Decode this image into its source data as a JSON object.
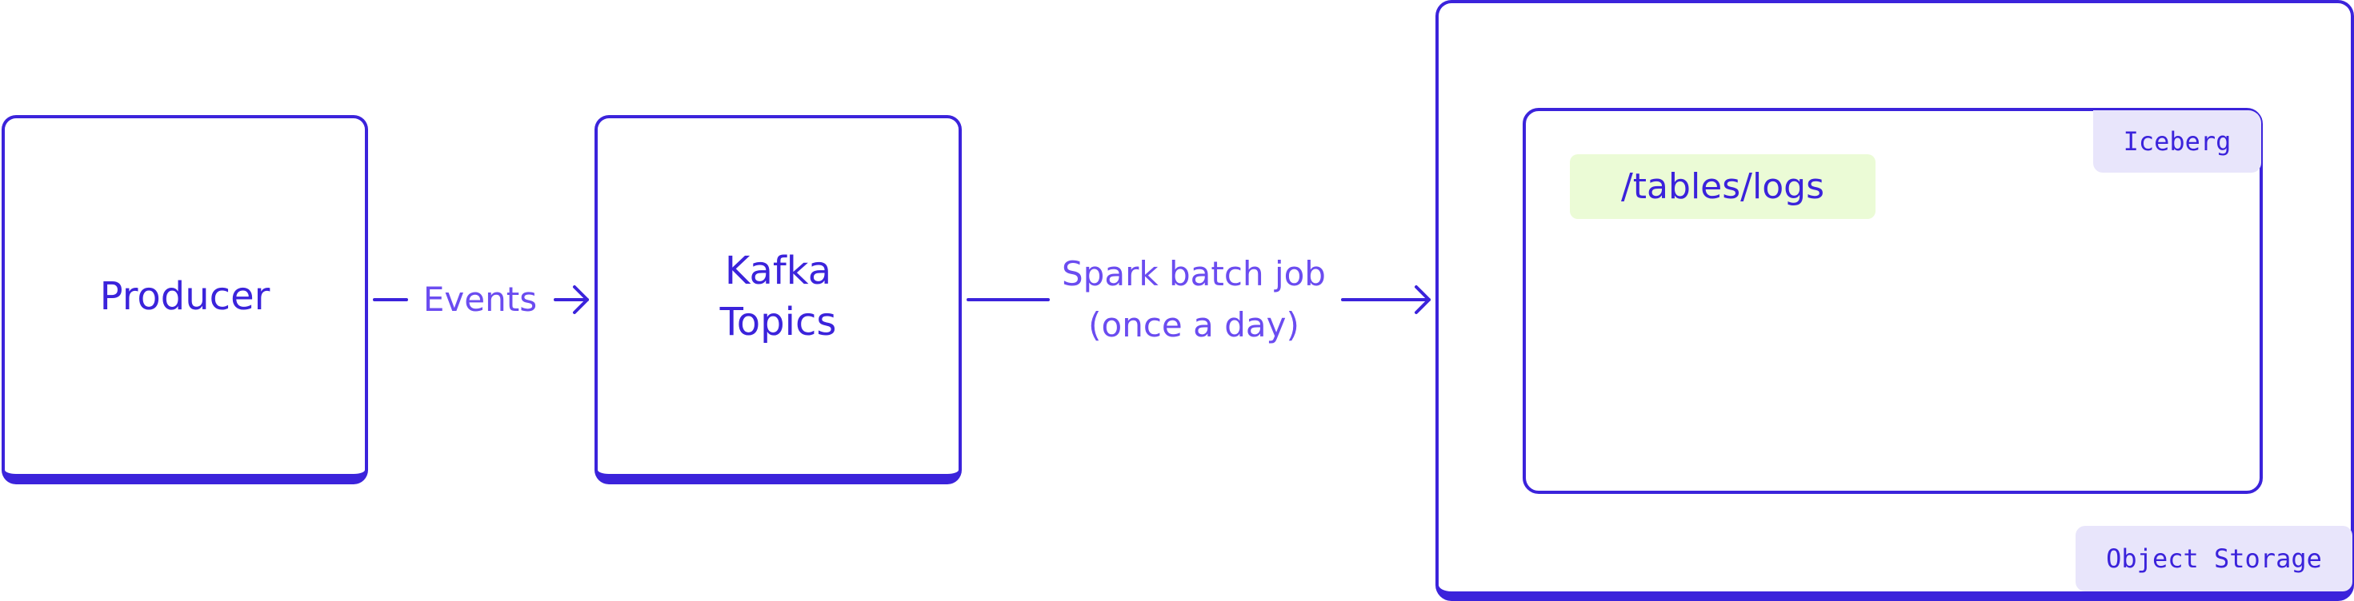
{
  "diagram": {
    "nodes": {
      "producer": "Producer",
      "kafka": "Kafka\nTopics"
    },
    "edges": {
      "events": "Events",
      "spark": "Spark batch job\n(once a day)"
    },
    "containers": {
      "object_storage": "Object Storage",
      "iceberg": "Iceberg"
    },
    "path": "/tables/logs"
  },
  "colors": {
    "primary": "#3b23db",
    "edge_text": "#6b4cf0",
    "tag_background": "#e8e5fb",
    "path_background": "#ebfbd6",
    "background": "#ffffff"
  },
  "icons": {
    "arrow": "arrow-right-icon",
    "line": "connector-line"
  }
}
